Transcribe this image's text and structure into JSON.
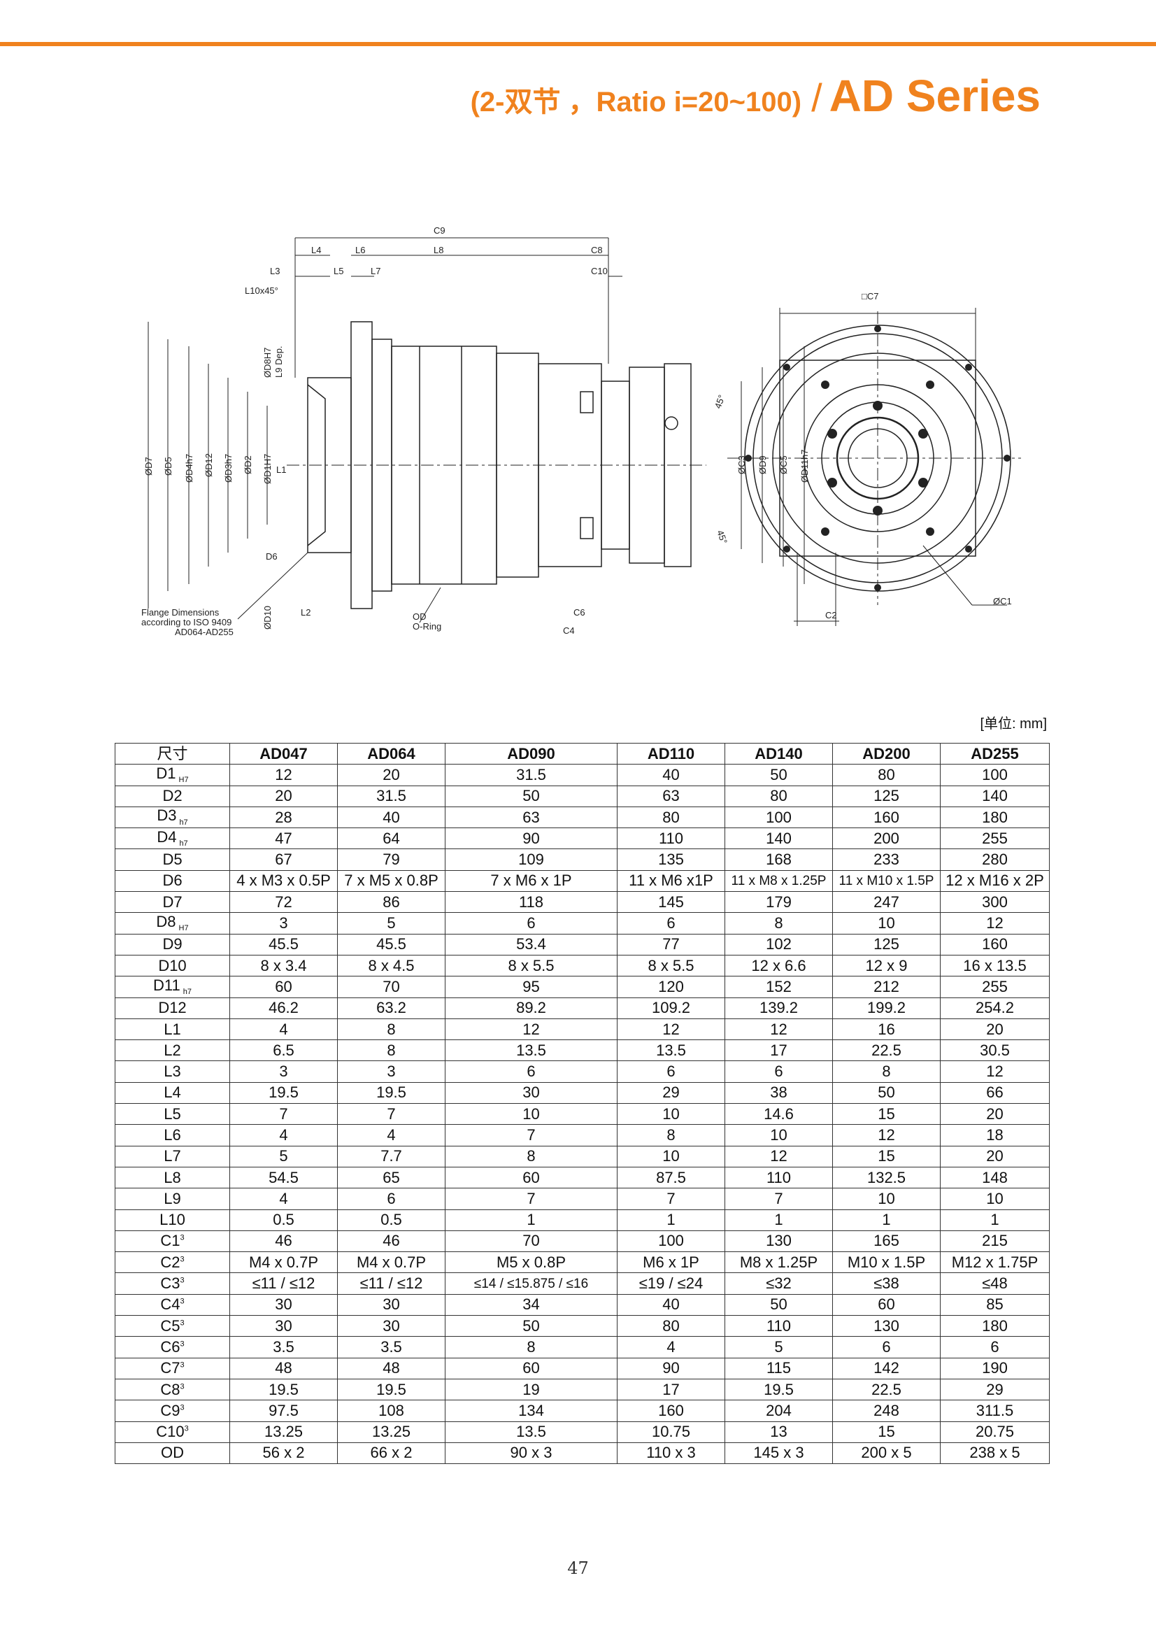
{
  "header": {
    "subtitle": "(2-双节 ，Ratio i=20~100)",
    "slash": "/",
    "series": "AD Series"
  },
  "drawing": {
    "side_labels": {
      "C9": "C9",
      "L4": "L4",
      "L6": "L6",
      "L8": "L8",
      "C8": "C8",
      "L3": "L3",
      "L5": "L5",
      "L7": "L7",
      "C10": "C10",
      "L10": "L10x45°",
      "D7": "ØD7",
      "D5": "ØD5",
      "D4": "ØD4h7",
      "D12": "ØD12",
      "D3": "ØD3h7",
      "D2": "ØD2",
      "D1": "ØD1H7",
      "D8": "ØD8H7",
      "L9": "L9 Dep.",
      "L1": "L1",
      "D6": "D6",
      "C3": "ØC3",
      "D9": "ØD9",
      "C5": "ØC5",
      "D11": "ØD11h7",
      "D10": "ØD10",
      "L2": "L2",
      "C6": "C6",
      "C4": "C4",
      "OD1": "OD",
      "OD2": "O-Ring"
    },
    "flange_note": [
      "Flange Dimensions",
      "according to ISO 9409",
      "AD064-AD255"
    ],
    "front_labels": {
      "C7": "□C7",
      "C1": "ØC1",
      "C2": "C2",
      "a1": "45°",
      "a2": "45°"
    }
  },
  "unit": "[单位: mm]",
  "table": {
    "header_label": "尺寸",
    "models": [
      "AD047",
      "AD064",
      "AD090",
      "AD110",
      "AD140",
      "AD200",
      "AD255"
    ],
    "rows": [
      {
        "name": "D1",
        "tol": "H7",
        "sup": "",
        "v": [
          "12",
          "20",
          "31.5",
          "40",
          "50",
          "80",
          "100"
        ]
      },
      {
        "name": "D2",
        "tol": "",
        "sup": "",
        "v": [
          "20",
          "31.5",
          "50",
          "63",
          "80",
          "125",
          "140"
        ]
      },
      {
        "name": "D3",
        "tol": "h7",
        "sup": "",
        "v": [
          "28",
          "40",
          "63",
          "80",
          "100",
          "160",
          "180"
        ]
      },
      {
        "name": "D4",
        "tol": "h7",
        "sup": "",
        "v": [
          "47",
          "64",
          "90",
          "110",
          "140",
          "200",
          "255"
        ]
      },
      {
        "name": "D5",
        "tol": "",
        "sup": "",
        "v": [
          "67",
          "79",
          "109",
          "135",
          "168",
          "233",
          "280"
        ]
      },
      {
        "name": "D6",
        "tol": "",
        "sup": "",
        "v": [
          "4 x M3 x 0.5P",
          "7 x M5 x 0.8P",
          "7 x M6 x 1P",
          "11 x M6 x1P",
          "11 x M8 x 1.25P",
          "11 x M10 x 1.5P",
          "12 x M16 x 2P"
        ]
      },
      {
        "name": "D7",
        "tol": "",
        "sup": "",
        "v": [
          "72",
          "86",
          "118",
          "145",
          "179",
          "247",
          "300"
        ]
      },
      {
        "name": "D8",
        "tol": "H7",
        "sup": "",
        "v": [
          "3",
          "5",
          "6",
          "6",
          "8",
          "10",
          "12"
        ]
      },
      {
        "name": "D9",
        "tol": "",
        "sup": "",
        "v": [
          "45.5",
          "45.5",
          "53.4",
          "77",
          "102",
          "125",
          "160"
        ]
      },
      {
        "name": "D10",
        "tol": "",
        "sup": "",
        "v": [
          "8 x 3.4",
          "8 x 4.5",
          "8 x 5.5",
          "8 x 5.5",
          "12 x 6.6",
          "12 x 9",
          "16 x 13.5"
        ]
      },
      {
        "name": "D11",
        "tol": "h7",
        "sup": "",
        "v": [
          "60",
          "70",
          "95",
          "120",
          "152",
          "212",
          "255"
        ]
      },
      {
        "name": "D12",
        "tol": "",
        "sup": "",
        "v": [
          "46.2",
          "63.2",
          "89.2",
          "109.2",
          "139.2",
          "199.2",
          "254.2"
        ]
      },
      {
        "name": "L1",
        "tol": "",
        "sup": "",
        "v": [
          "4",
          "8",
          "12",
          "12",
          "12",
          "16",
          "20"
        ]
      },
      {
        "name": "L2",
        "tol": "",
        "sup": "",
        "v": [
          "6.5",
          "8",
          "13.5",
          "13.5",
          "17",
          "22.5",
          "30.5"
        ]
      },
      {
        "name": "L3",
        "tol": "",
        "sup": "",
        "v": [
          "3",
          "3",
          "6",
          "6",
          "6",
          "8",
          "12"
        ]
      },
      {
        "name": "L4",
        "tol": "",
        "sup": "",
        "v": [
          "19.5",
          "19.5",
          "30",
          "29",
          "38",
          "50",
          "66"
        ]
      },
      {
        "name": "L5",
        "tol": "",
        "sup": "",
        "v": [
          "7",
          "7",
          "10",
          "10",
          "14.6",
          "15",
          "20"
        ]
      },
      {
        "name": "L6",
        "tol": "",
        "sup": "",
        "v": [
          "4",
          "4",
          "7",
          "8",
          "10",
          "12",
          "18"
        ]
      },
      {
        "name": "L7",
        "tol": "",
        "sup": "",
        "v": [
          "5",
          "7.7",
          "8",
          "10",
          "12",
          "15",
          "20"
        ]
      },
      {
        "name": "L8",
        "tol": "",
        "sup": "",
        "v": [
          "54.5",
          "65",
          "60",
          "87.5",
          "110",
          "132.5",
          "148"
        ]
      },
      {
        "name": "L9",
        "tol": "",
        "sup": "",
        "v": [
          "4",
          "6",
          "7",
          "7",
          "7",
          "10",
          "10"
        ]
      },
      {
        "name": "L10",
        "tol": "",
        "sup": "",
        "v": [
          "0.5",
          "0.5",
          "1",
          "1",
          "1",
          "1",
          "1"
        ]
      },
      {
        "name": "C1",
        "tol": "",
        "sup": "3",
        "v": [
          "46",
          "46",
          "70",
          "100",
          "130",
          "165",
          "215"
        ]
      },
      {
        "name": "C2",
        "tol": "",
        "sup": "3",
        "v": [
          "M4 x 0.7P",
          "M4 x 0.7P",
          "M5 x 0.8P",
          "M6 x 1P",
          "M8 x 1.25P",
          "M10 x 1.5P",
          "M12 x 1.75P"
        ]
      },
      {
        "name": "C3",
        "tol": "",
        "sup": "3",
        "v": [
          "≤11 / ≤12",
          "≤11 / ≤12",
          "≤14 / ≤15.875 / ≤16",
          "≤19 / ≤24",
          "≤32",
          "≤38",
          "≤48"
        ]
      },
      {
        "name": "C4",
        "tol": "",
        "sup": "3",
        "v": [
          "30",
          "30",
          "34",
          "40",
          "50",
          "60",
          "85"
        ]
      },
      {
        "name": "C5",
        "tol": "",
        "sup": "3",
        "v": [
          "30",
          "30",
          "50",
          "80",
          "110",
          "130",
          "180"
        ]
      },
      {
        "name": "C6",
        "tol": "",
        "sup": "3",
        "v": [
          "3.5",
          "3.5",
          "8",
          "4",
          "5",
          "6",
          "6"
        ]
      },
      {
        "name": "C7",
        "tol": "",
        "sup": "3",
        "v": [
          "48",
          "48",
          "60",
          "90",
          "115",
          "142",
          "190"
        ]
      },
      {
        "name": "C8",
        "tol": "",
        "sup": "3",
        "v": [
          "19.5",
          "19.5",
          "19",
          "17",
          "19.5",
          "22.5",
          "29"
        ]
      },
      {
        "name": "C9",
        "tol": "",
        "sup": "3",
        "v": [
          "97.5",
          "108",
          "134",
          "160",
          "204",
          "248",
          "311.5"
        ]
      },
      {
        "name": "C10",
        "tol": "",
        "sup": "3",
        "v": [
          "13.25",
          "13.25",
          "13.5",
          "10.75",
          "13",
          "15",
          "20.75"
        ]
      },
      {
        "name": "OD",
        "tol": "",
        "sup": "",
        "v": [
          "56 x 2",
          "66 x 2",
          "90 x 3",
          "110 x 3",
          "145 x 3",
          "200 x 5",
          "238 x 5"
        ]
      }
    ]
  },
  "page_number": "47"
}
